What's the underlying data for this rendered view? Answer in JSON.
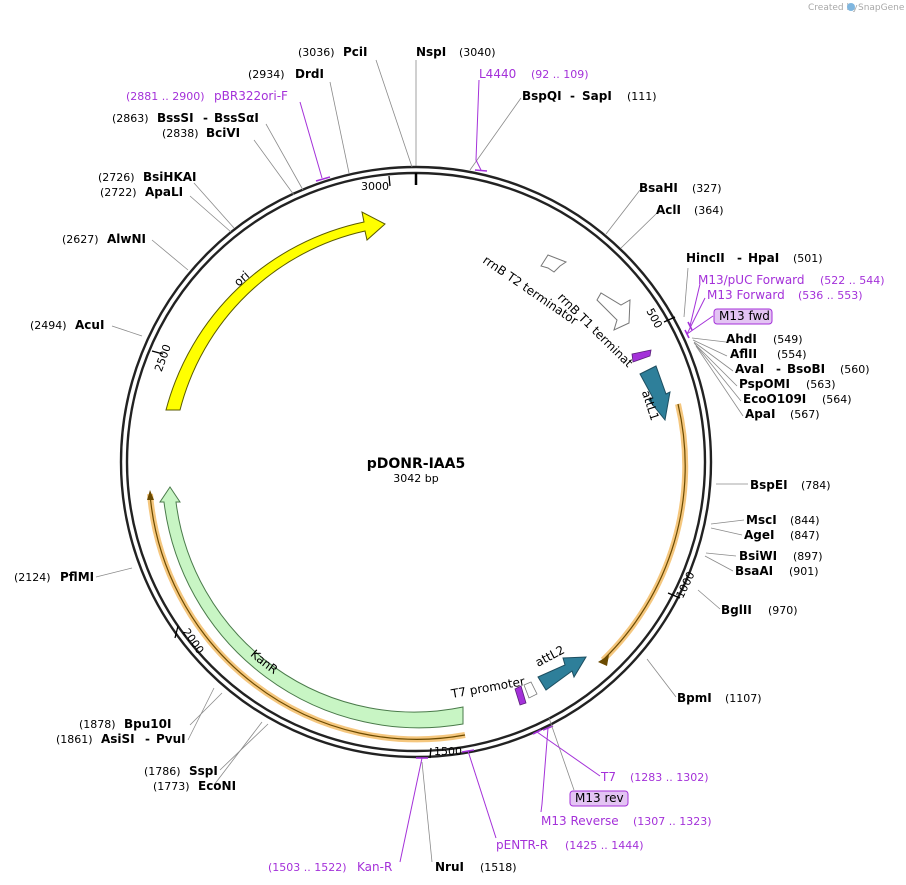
{
  "header": {
    "credit_prefix": "Created by",
    "credit_brand": "SnapGene"
  },
  "plasmid": {
    "name": "pDONR-IAA5",
    "size": "3042 bp"
  },
  "colors": {
    "ori": "#ffff00",
    "kanr": "#c8f5c4",
    "attl": "#2e7f9a",
    "primer": "#a431d9",
    "highlight": "#f5c77e"
  },
  "ticks": [
    "3000",
    "500",
    "1000",
    "1500",
    "2000",
    "2500"
  ],
  "enzymes": [
    {
      "name": "NspI",
      "pos": "(3040)"
    },
    {
      "name": "PciI",
      "pos": "(3036)"
    },
    {
      "name": "DrdI",
      "pos": "(2934)"
    },
    {
      "name": "BssSI",
      "pos": "(2863)",
      "name2": "BssSαI"
    },
    {
      "name": "BciVI",
      "pos": "(2838)"
    },
    {
      "name": "BsiHKAI",
      "pos": "(2726)"
    },
    {
      "name": "ApaLI",
      "pos": "(2722)"
    },
    {
      "name": "AlwNI",
      "pos": "(2627)"
    },
    {
      "name": "AcuI",
      "pos": "(2494)"
    },
    {
      "name": "PflMI",
      "pos": "(2124)"
    },
    {
      "name": "Bpu10I",
      "pos": "(1878)"
    },
    {
      "name": "AsiSI",
      "pos": "(1861)",
      "name2": "PvuI"
    },
    {
      "name": "SspI",
      "pos": "(1786)"
    },
    {
      "name": "EcoNI",
      "pos": "(1773)"
    },
    {
      "name": "NruI",
      "pos": "(1518)"
    },
    {
      "name": "BpmI",
      "pos": "(1107)"
    },
    {
      "name": "BglII",
      "pos": "(970)"
    },
    {
      "name": "BsaAI",
      "pos": "(901)"
    },
    {
      "name": "BsiWI",
      "pos": "(897)"
    },
    {
      "name": "AgeI",
      "pos": "(847)"
    },
    {
      "name": "MscI",
      "pos": "(844)"
    },
    {
      "name": "BspEI",
      "pos": "(784)"
    },
    {
      "name": "ApaI",
      "pos": "(567)"
    },
    {
      "name": "EcoO109I",
      "pos": "(564)"
    },
    {
      "name": "PspOMI",
      "pos": "(563)"
    },
    {
      "name": "AvaI",
      "pos": "(560)",
      "name2": "BsoBI"
    },
    {
      "name": "AflII",
      "pos": "(554)"
    },
    {
      "name": "AhdI",
      "pos": "(549)"
    },
    {
      "name": "HincII",
      "pos": "(501)",
      "name2": "HpaI"
    },
    {
      "name": "AclI",
      "pos": "(364)"
    },
    {
      "name": "BsaHI",
      "pos": "(327)"
    },
    {
      "name": "BspQI",
      "pos": "(111)",
      "name2": "SapI"
    }
  ],
  "primers": [
    {
      "name": "L4440",
      "range": "(92 .. 109)"
    },
    {
      "name": "pBR322ori-F",
      "range": "(2881 .. 2900)"
    },
    {
      "name": "M13/pUC Forward",
      "range": "(522 .. 544)"
    },
    {
      "name": "M13 Forward",
      "range": "(536 .. 553)"
    },
    {
      "name": "T7",
      "range": "(1283 .. 1302)"
    },
    {
      "name": "M13 Reverse",
      "range": "(1307 .. 1323)"
    },
    {
      "name": "pENTR-R",
      "range": "(1425 .. 1444)"
    },
    {
      "name": "Kan-R",
      "range": "(1503 .. 1522)"
    }
  ],
  "primer_boxes": [
    "M13 fwd",
    "M13 rev"
  ],
  "features": {
    "ori": "ori",
    "kanr": "KanR",
    "attl1": "attL1",
    "attl2": "attL2",
    "t7_promoter": "T7 promoter",
    "rrnb_t1": "rrnB T1 terminator",
    "rrnb_t2": "rrnB T2 terminator"
  }
}
